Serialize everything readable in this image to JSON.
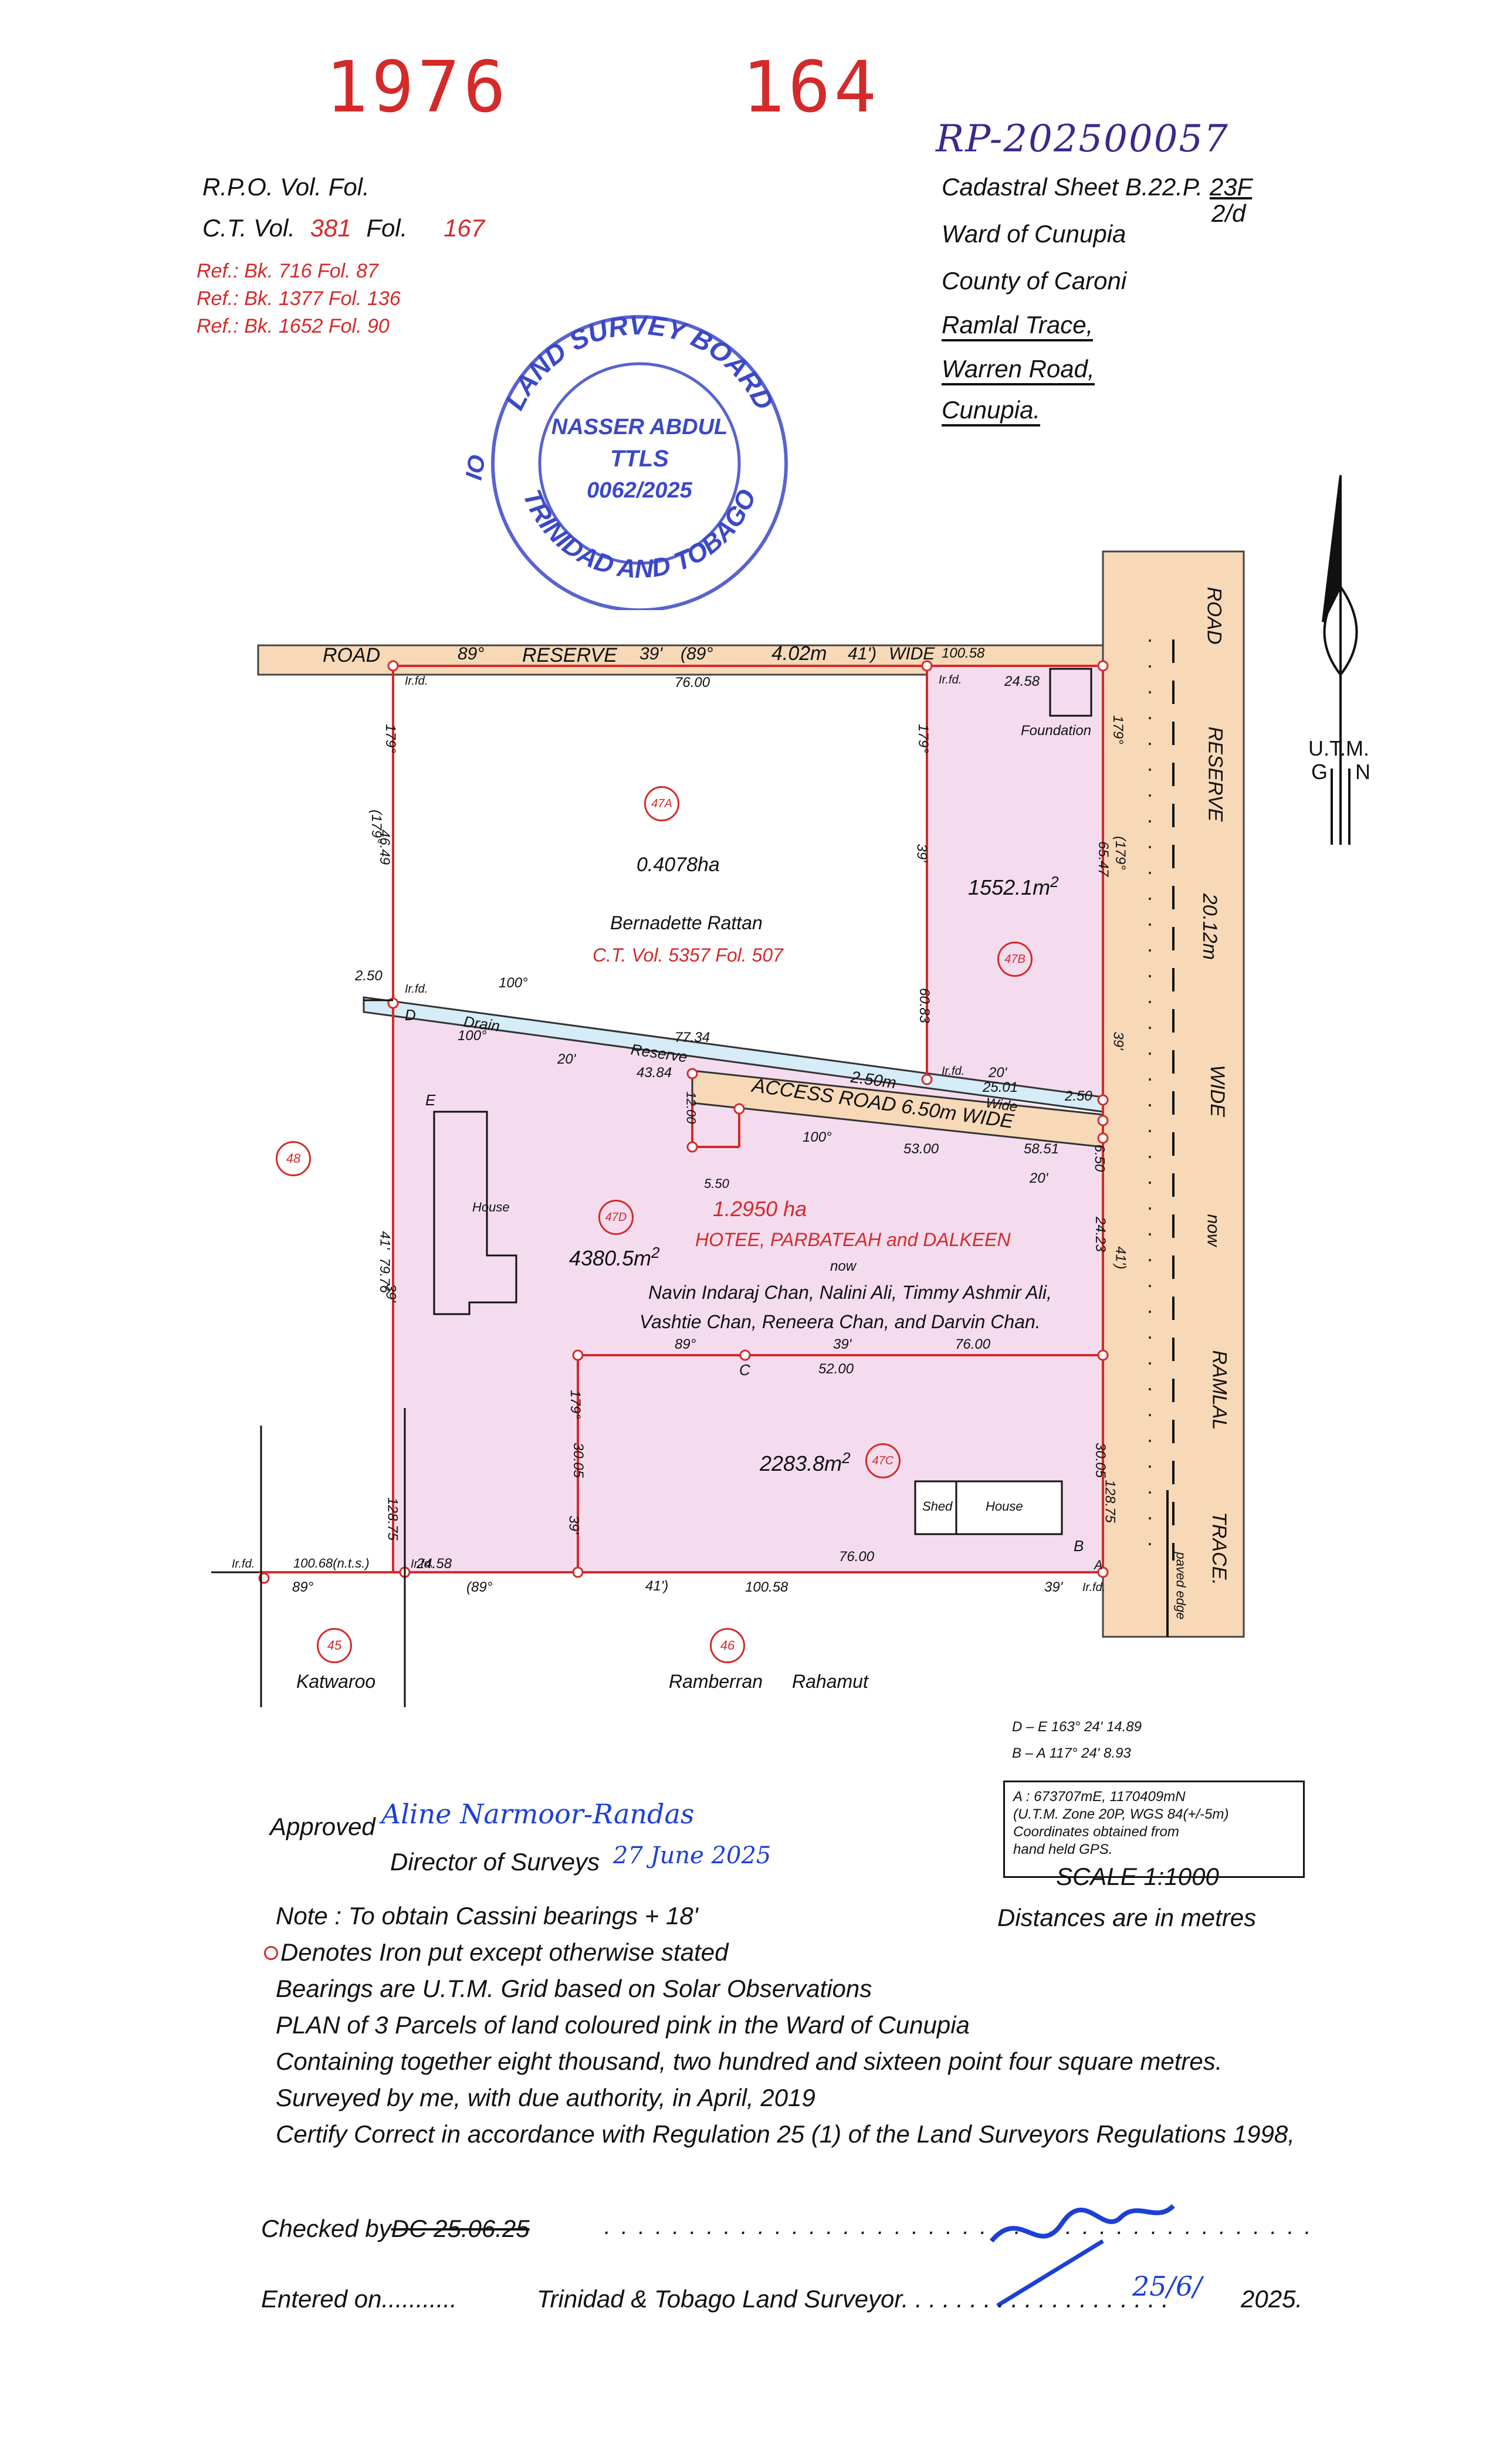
{
  "header": {
    "year_number": "1976",
    "folio_number": "164",
    "rpo_line": "R.P.O. Vol.       Fol.",
    "ct_label_vol": "C.T. Vol.",
    "ct_vol": "381",
    "ct_label_fol": "Fol.",
    "ct_fol": "167",
    "refs": [
      "Ref.: Bk. 716 Fol. 87",
      "Ref.: Bk. 1377 Fol. 136",
      "Ref.: Bk. 1652 Fol. 90"
    ],
    "rp_number": "RP-202500057",
    "cadastral_sheet": "Cadastral Sheet B.22.P.",
    "sheet_num": "23F",
    "sheet_sub": "2/d",
    "ward": "Ward of Cunupia",
    "county": "County of Caroni",
    "location_1": "Ramlal Trace,",
    "location_2": "Warren Road,",
    "location_3": "Cunupia."
  },
  "stamp": {
    "ring_top": "LAND SURVEY BOARD",
    "ring_left": "IO",
    "ring_bottom": "TRINIDAD AND TOBAGO",
    "name": "NASSER ABDUL",
    "title": "TTLS",
    "number": "0062/2025"
  },
  "plan": {
    "road_top": [
      "ROAD",
      "89°",
      "RESERVE",
      "39'",
      "(89°",
      "4.02m",
      "41')",
      "WIDE",
      "100.58"
    ],
    "road_right": [
      "ROAD",
      "RESERVE",
      "20.12m",
      "WIDE",
      "now",
      "RAMLAL",
      "TRACE."
    ],
    "paved_edge": "paved edge",
    "foundation": "Foundation",
    "north_label_1": "U.T.M.",
    "north_label_2": "G",
    "north_label_3": "N",
    "parcels": {
      "p47a": {
        "id": "47A",
        "area": "0.4078ha",
        "owner": "Bernadette Rattan",
        "ct": "C.T. Vol. 5357 Fol. 507"
      },
      "p47b": {
        "id": "47B",
        "area": "1552.1m",
        "sup": "2"
      },
      "p47d": {
        "id": "47D",
        "area": "4380.5m",
        "sup": "2"
      },
      "p47c": {
        "id": "47C",
        "area": "2283.8m",
        "sup": "2"
      },
      "p48": {
        "id": "48"
      },
      "p45": {
        "id": "45",
        "name": "Katwaroo"
      },
      "p46": {
        "id": "46",
        "name1": "Ramberran",
        "name2": "Rahamut"
      }
    },
    "total_area": "1.2950 ha",
    "owners_main": "HOTEE, PARBATEAH and DALKEEN",
    "owners_now": "now",
    "owners_line1": "Navin Indaraj Chan, Nalini Ali, Timmy Ashmir Ali,",
    "owners_line2": "Vashtie Chan, Reneera Chan, and Darvin Chan.",
    "access_road": "ACCESS  ROAD  6.50m  WIDE",
    "drain": "Drain",
    "drain_reserve": "Reserve",
    "drain_width": "2.50m",
    "drain_wide": "Wide",
    "house": "House",
    "shed": "Shed",
    "irfd": "Ir.fd.",
    "bottom_line": "100.68(n.t.s.)",
    "dims": {
      "d7600": "76.00",
      "d2458": "24.58",
      "d4649": "46.49",
      "d6547": "65.47",
      "d6083": "60.83",
      "d7734": "77.34",
      "d4384": "43.84",
      "d2501": "25.01",
      "d5300": "53.00",
      "d5851": "58.51",
      "d1200": "12.00",
      "d550": "5.50",
      "d2423": "24.23",
      "d650": "6.50",
      "d250": "2.50",
      "d7976": "79.76",
      "d5200": "52.00",
      "d3005": "30.05",
      "d12875": "128.75",
      "d10058": "100.58",
      "b89": "89°",
      "b39": "39'",
      "b179": "179°",
      "b179p": "(179°",
      "b100": "100°",
      "b20": "20'",
      "b41": "41')",
      "b41b": "41'",
      "b89p": "(89°"
    },
    "letters": {
      "a": "A",
      "b": "B",
      "c": "C",
      "d": "D",
      "e": "E"
    }
  },
  "bearings_box": {
    "de": "D – E  163°  24'  14.89",
    "ba": "B – A  117°  24'  8.93"
  },
  "coord_box": {
    "line1": "A : 673707mE, 1170409mN",
    "line2": "(U.T.M. Zone 20P, WGS 84(+/-5m)",
    "line3": "Coordinates obtained from",
    "line4": "hand held GPS."
  },
  "approval": {
    "approved_label": "Approved",
    "approved_sig": "Aline Narmoor-Randas",
    "director_label": "Director of Surveys",
    "director_date": "27 June 2025"
  },
  "scale": "SCALE 1:1000",
  "distances": "Distances are in metres",
  "notes": [
    "Note : To obtain Cassini bearings + 18'",
    "Denotes Iron put except otherwise stated",
    "Bearings are U.T.M. Grid based on Solar Observations",
    "PLAN of 3 Parcels of land coloured pink in the Ward of Cunupia",
    "Containing together eight thousand, two hundred and sixteen point four square metres.",
    "Surveyed by me, with due authority, in April, 2019",
    "Certify Correct in accordance with Regulation 25 (1) of the Land Surveyors Regulations 1998,"
  ],
  "footer": {
    "checked_label": "Checked by",
    "checked_value": "DC 25.06.25",
    "dots_1": ". . . . . . . . . . . . . . . . . . . . . . . . . . . . . . . . . . . . . . . . . .",
    "entered_label": "Entered on...........",
    "surveyor_label": "Trinidad & Tobago Land Surveyor. . . . . . . . . . . . . . . . . . . .",
    "year": "2025.",
    "signature_date": "25/6/"
  },
  "colors": {
    "pink": "#f4dcee",
    "road": "#f7d9b8",
    "drain": "#d6ecf8",
    "red": "#d42a2a",
    "stamp": "#3b48c8"
  }
}
